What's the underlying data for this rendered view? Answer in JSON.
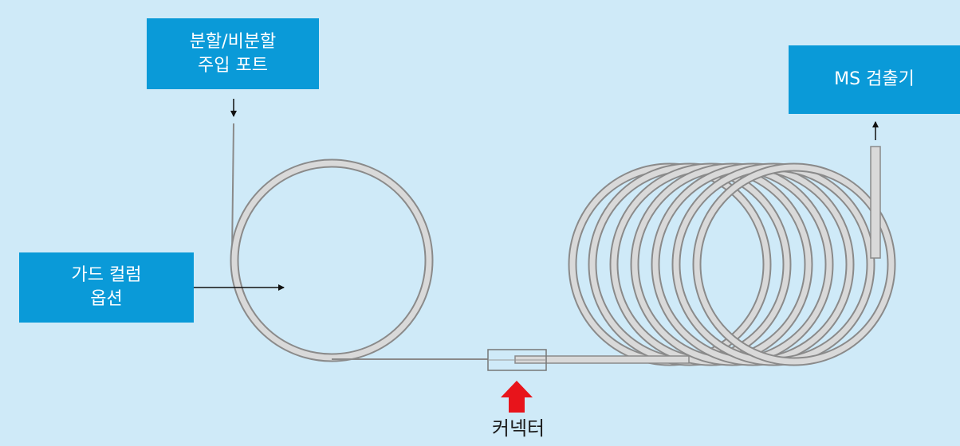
{
  "labels": {
    "inlet": {
      "line1": "분할/비분할",
      "line2": "주입 포트"
    },
    "guard_column": {
      "line1": "가드 컬럼",
      "line2": "옵션"
    },
    "ms_detector": "MS 검출기",
    "connector": "커넥터"
  },
  "colors": {
    "background": "#cfeaf8",
    "label_box": "#0a9ad8",
    "tubing_outline": "#8a8a8a",
    "tubing_fill": "#d9d9d9",
    "connector_arrow": "#e8141b"
  }
}
